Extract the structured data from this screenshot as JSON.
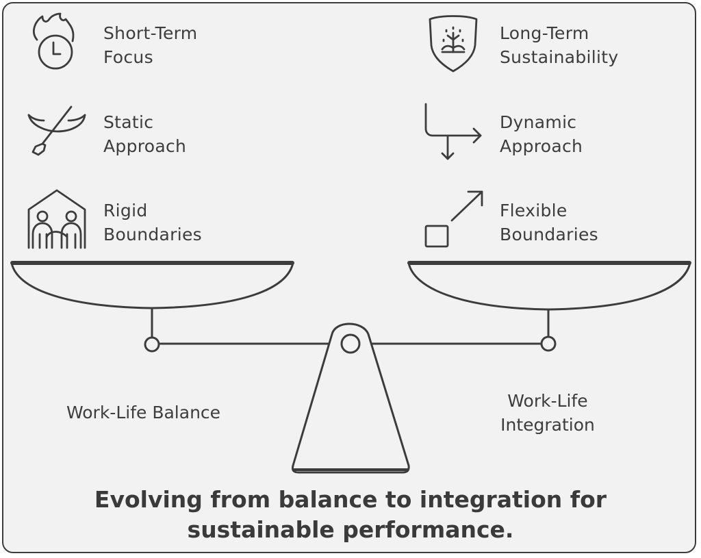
{
  "left": {
    "items": [
      {
        "line1": "Short-Term",
        "line2": "Focus",
        "icon": "burning-clock-icon"
      },
      {
        "line1": "Static",
        "line2": "Approach",
        "icon": "canoe-paddle-icon"
      },
      {
        "line1": "Rigid",
        "line2": "Boundaries",
        "icon": "house-people-icon"
      }
    ],
    "pan_label": "Work-Life Balance"
  },
  "right": {
    "items": [
      {
        "line1": "Long-Term",
        "line2": "Sustainability",
        "icon": "shield-tree-icon"
      },
      {
        "line1": "Dynamic",
        "line2": "Approach",
        "icon": "branching-arrows-icon"
      },
      {
        "line1": "Flexible",
        "line2": "Boundaries",
        "icon": "square-arrow-icon"
      }
    ],
    "pan_label_line1": "Work-Life",
    "pan_label_line2": "Integration"
  },
  "caption": {
    "line1": "Evolving from balance to integration for",
    "line2": "sustainable performance."
  },
  "colors": {
    "stroke": "#3c3c3c",
    "background": "#f2f2f2"
  }
}
